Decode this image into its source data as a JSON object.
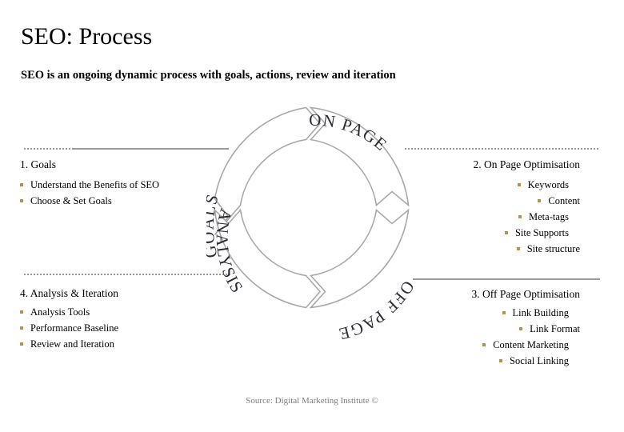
{
  "slide": {
    "title": "SEO: Process",
    "subtitle": "SEO is an ongoing dynamic process with goals, actions, review and iteration",
    "source": "Source: Digital Marketing Institute ©",
    "accent_bullet_color": "#b3914f",
    "line_color": "#9a9a9a",
    "diagram_stroke_color": "#a8a8a8",
    "diagram_text_color": "#2b2b33",
    "source_color": "#7d7d7d"
  },
  "quadrants": {
    "goals": {
      "heading": "1. Goals",
      "items": [
        "Understand the Benefits of SEO",
        "Choose & Set Goals"
      ]
    },
    "on_page": {
      "heading": "2. On Page Optimisation",
      "items": [
        "Keywords",
        "Content",
        "Meta-tags",
        "Site Supports",
        "Site structure"
      ]
    },
    "off_page": {
      "heading": "3. Off Page Optimisation",
      "items": [
        "Link Building",
        "Link Format",
        "Content Marketing",
        "Social Linking"
      ]
    },
    "analysis": {
      "heading": "4. Analysis & Iteration",
      "items": [
        "Analysis Tools",
        "Performance Baseline",
        "Review and Iteration"
      ]
    }
  },
  "diagram": {
    "type": "cycle",
    "segments": [
      {
        "id": "goals",
        "label": "GOALS"
      },
      {
        "id": "on-page",
        "label": "ON PAGE"
      },
      {
        "id": "off-page",
        "label": "OFF PAGE"
      },
      {
        "id": "analysis",
        "label": "ANALYSIS"
      }
    ]
  }
}
